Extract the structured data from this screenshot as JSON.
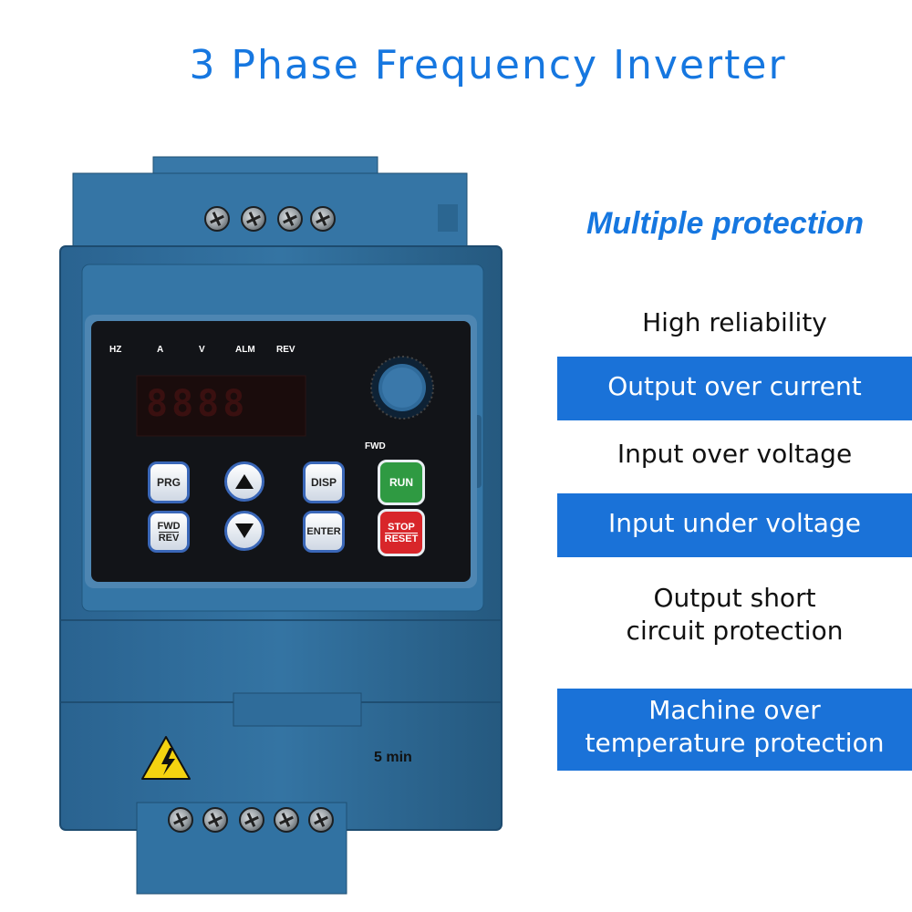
{
  "title": "3 Phase Frequency Inverter",
  "features": {
    "heading": "Multiple protection",
    "items": [
      {
        "lines": [
          "High reliability"
        ],
        "highlight": false
      },
      {
        "lines": [
          "Output over current"
        ],
        "highlight": true
      },
      {
        "lines": [
          "Input over voltage"
        ],
        "highlight": false
      },
      {
        "lines": [
          "Input under voltage"
        ],
        "highlight": true
      },
      {
        "lines": [
          "Output short",
          "circuit protection"
        ],
        "highlight": false
      },
      {
        "lines": [
          "Machine over",
          "temperature protection"
        ],
        "highlight": true
      }
    ]
  },
  "device": {
    "indicators": [
      "HZ",
      "A",
      "V",
      "ALM",
      "REV"
    ],
    "fwd_label": "FWD",
    "display": "8888",
    "buttons": {
      "prg": "PRG",
      "fwd_rev_top": "FWD",
      "fwd_rev_bottom": "REV",
      "disp": "DISP",
      "enter": "ENTER",
      "run": "RUN",
      "stop_top": "STOP",
      "stop_bottom": "RESET"
    },
    "warning_time": "5 min"
  },
  "colors": {
    "accent": "#1677e0",
    "highlight_bg": "#1a72d8",
    "body": "#2f6a99",
    "panel": "#121418",
    "run": "#2f9a42",
    "stop": "#d8262a"
  }
}
